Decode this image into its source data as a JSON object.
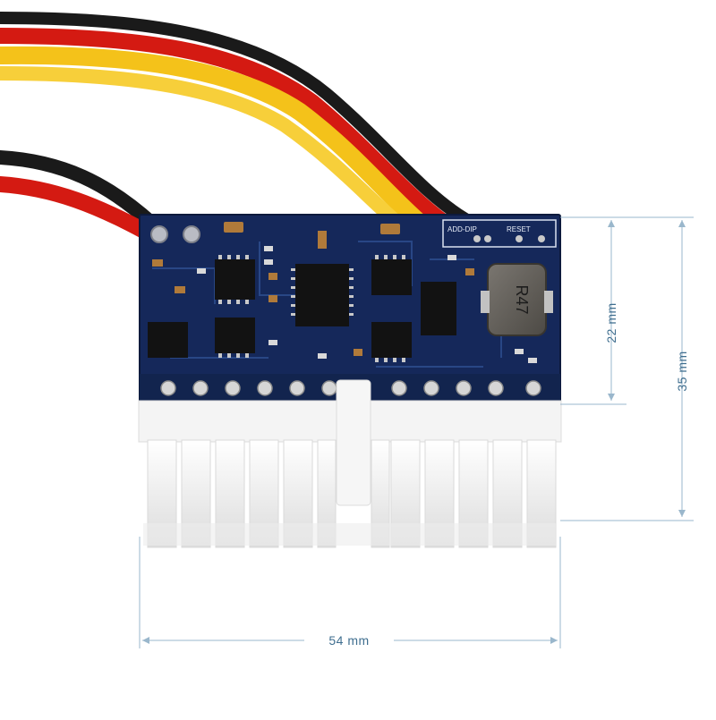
{
  "image": {
    "subject": "ATX power adapter board",
    "colors": {
      "background": "#ffffff",
      "pcb": "#15285a",
      "connector": "#f2f2f2",
      "wire_red": "#d41a12",
      "wire_yellow": "#f4c21a",
      "wire_black": "#1a1a1a",
      "dimension_line": "#9ab7cc",
      "dimension_text": "#3f6e8f"
    }
  },
  "board": {
    "silkscreen_top_left": "ADD-DIP",
    "silkscreen_top_right": "RESET",
    "inductor_marking": "R47"
  },
  "dimensions": {
    "height_board": "22 mm",
    "height_total": "35 mm",
    "width": "54 mm"
  }
}
